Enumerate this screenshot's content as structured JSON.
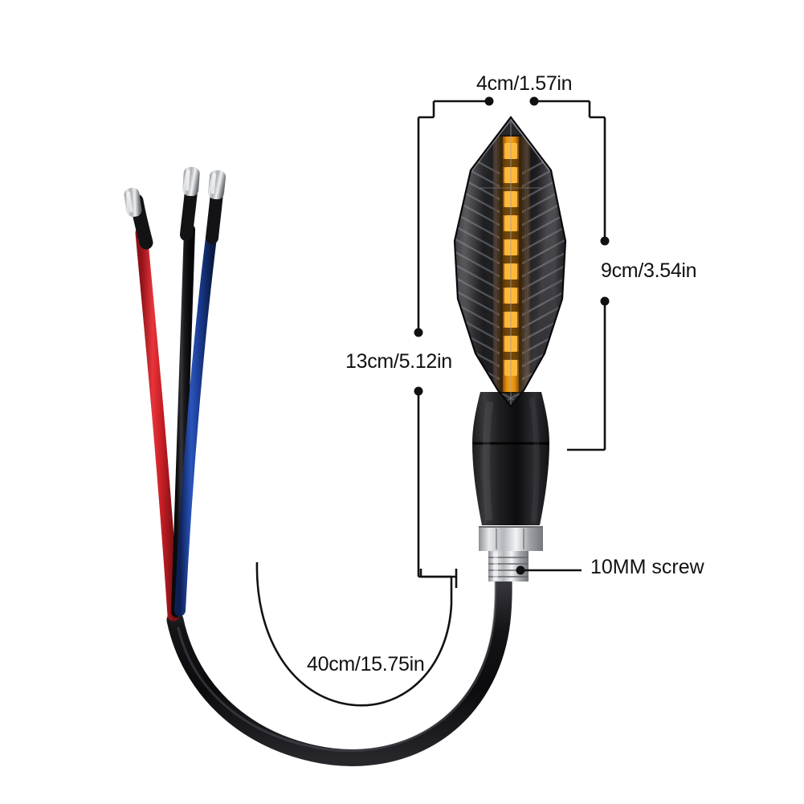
{
  "page": {
    "background_color": "#ffffff",
    "subject": "motorcycle LED turn signal indicator with wiring harness",
    "line_color": "#111111"
  },
  "dimensions": {
    "width": {
      "label": "4cm/1.57in",
      "name": "lens-width"
    },
    "body_height": {
      "label": "13cm/5.12in",
      "name": "total-body-height"
    },
    "lens_height": {
      "label": "9cm/3.54in",
      "name": "lens-height"
    },
    "cable_length": {
      "label": "40cm/15.75in",
      "name": "cable-length"
    }
  },
  "callouts": {
    "screw": {
      "label": "10MM screw",
      "name": "mounting-screw"
    }
  },
  "product": {
    "lens": {
      "color": "#1b1b1d",
      "highlight_color": "#4a4a4e"
    },
    "led_strip": {
      "color": "#f0960f",
      "glow_color": "#ffb020"
    },
    "stem": {
      "color": "#141414"
    },
    "nut": {
      "color": "#c9cbcd"
    },
    "wires": [
      {
        "name": "red-wire",
        "color": "#d4232a"
      },
      {
        "name": "blue-wire",
        "color": "#1a3a8f"
      },
      {
        "name": "black-wire",
        "color": "#141418"
      }
    ],
    "connectors": {
      "color": "#b8babd",
      "count": 3
    },
    "sheath": {
      "color": "#151518"
    }
  }
}
